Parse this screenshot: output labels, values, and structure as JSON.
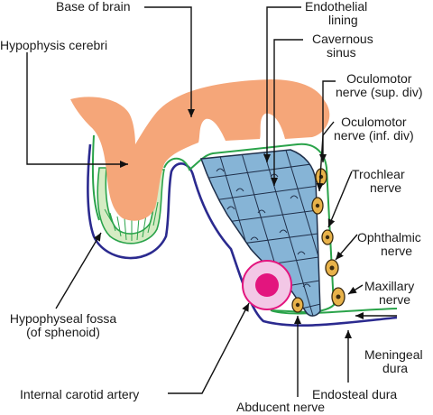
{
  "labels": {
    "base_of_brain": "Base of brain",
    "hypophysis_cerebri": "Hypophysis cerebri",
    "endothelial_lining": [
      "Endothelial",
      "lining"
    ],
    "cavernous_sinus": [
      "Cavernous",
      "sinus"
    ],
    "oculomotor_sup": [
      "Oculomotor",
      "nerve (sup. div)"
    ],
    "oculomotor_inf": [
      "Oculomotor",
      "nerve (inf. div)"
    ],
    "trochlear": [
      "Trochlear",
      "nerve"
    ],
    "ophthalmic": [
      "Ophthalmic",
      "nerve"
    ],
    "maxillary": [
      "Maxillary",
      "nerve"
    ],
    "hypophyseal_fossa": [
      "Hypophyseal fossa",
      "(of sphenoid)"
    ],
    "meningeal_dura": [
      "Meningeal",
      "dura"
    ],
    "endosteal_dura": "Endosteal dura",
    "internal_carotid": "Internal carotid artery",
    "abducent_nerve": "Abducent nerve"
  },
  "colors": {
    "brain": "#f5a679",
    "sinus": "#86b4d6",
    "fossa": "#d6ecc4",
    "meningeal": "#2aa34a",
    "endosteal": "#2b2a8f",
    "nerve_fill": "#e8b24a",
    "artery_outer": "#f3c7e6",
    "artery_inner": "#e3157e"
  }
}
